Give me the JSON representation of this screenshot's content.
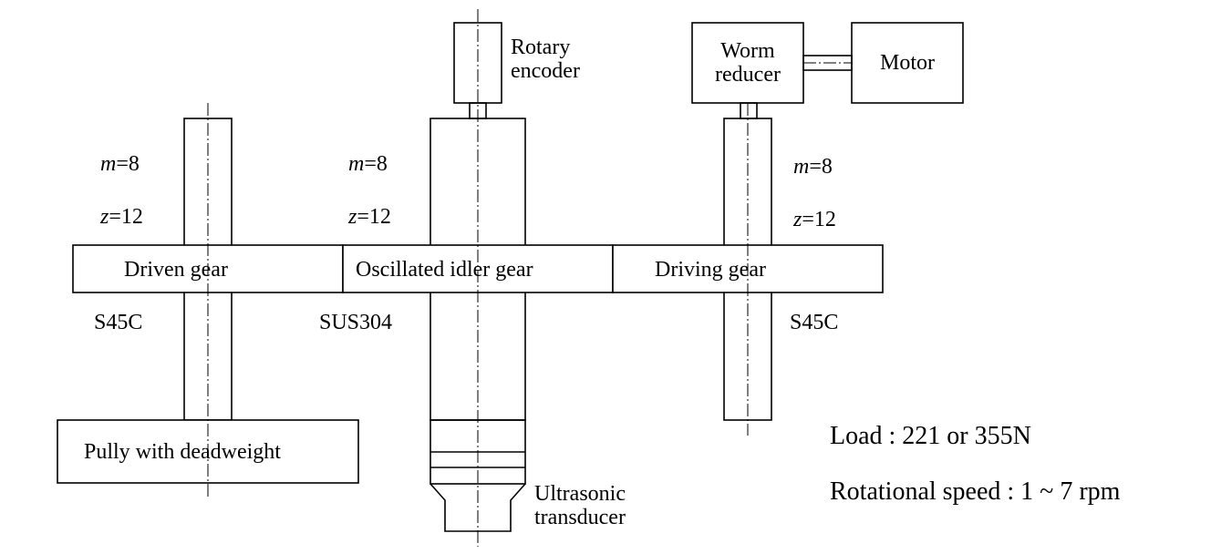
{
  "rotary_encoder": {
    "line1": "Rotary",
    "line2": "encoder"
  },
  "worm_reducer": {
    "line1": "Worm",
    "line2": "reducer"
  },
  "motor": "Motor",
  "gears": {
    "driven": {
      "label": "Driven gear",
      "module_var": "m",
      "module_val": "=8",
      "teeth_var": "z",
      "teeth_val": "=12",
      "material": "S45C"
    },
    "idler": {
      "label": "Oscillated idler gear",
      "module_var": "m",
      "module_val": "=8",
      "teeth_var": "z",
      "teeth_val": "=12",
      "material": "SUS304"
    },
    "driving": {
      "label": "Driving gear",
      "module_var": "m",
      "module_val": "=8",
      "teeth_var": "z",
      "teeth_val": "=12",
      "material": "S45C"
    }
  },
  "pully": "Pully with deadweight",
  "ultrasonic": {
    "line1": "Ultrasonic",
    "line2": "transducer"
  },
  "specs": {
    "load": "Load : 221 or 355N",
    "speed": "Rotational speed : 1 ~ 7 rpm"
  }
}
